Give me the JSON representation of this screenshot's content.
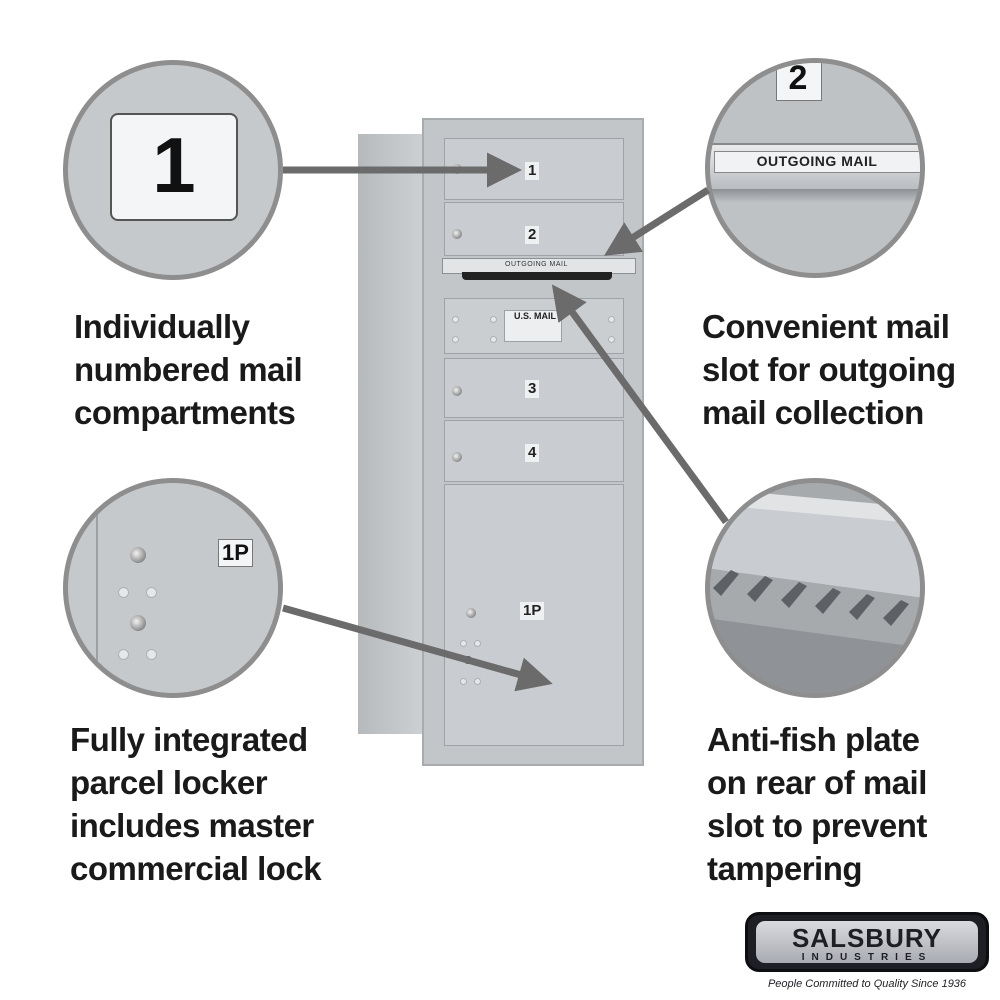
{
  "callouts": {
    "numbered": [
      "Individually",
      "numbered mail",
      "compartments"
    ],
    "slot": [
      "Convenient mail",
      "slot for outgoing",
      "mail collection"
    ],
    "parcel": [
      "Fully integrated",
      "parcel locker",
      "includes master",
      "commercial lock"
    ],
    "antifish": [
      "Anti-fish plate",
      "on rear of mail",
      "slot to prevent",
      "tampering"
    ]
  },
  "zoom": {
    "number_tag": "1",
    "slot_tag": "2",
    "slot_label": "OUTGOING MAIL",
    "parcel_tag": "1P"
  },
  "mailbox": {
    "doors": [
      "1",
      "2",
      "3",
      "4"
    ],
    "slot_label": "OUTGOING MAIL",
    "usmail_label": "U.S. MAIL",
    "parcel_label": "1P"
  },
  "logo": {
    "name": "SALSBURY",
    "sub": "INDUSTRIES",
    "tagline": "People Committed to Quality Since 1936"
  },
  "colors": {
    "aluminum": "#c6c9cc",
    "arrow": "#6b6b6b",
    "text": "#1a1a1a"
  }
}
